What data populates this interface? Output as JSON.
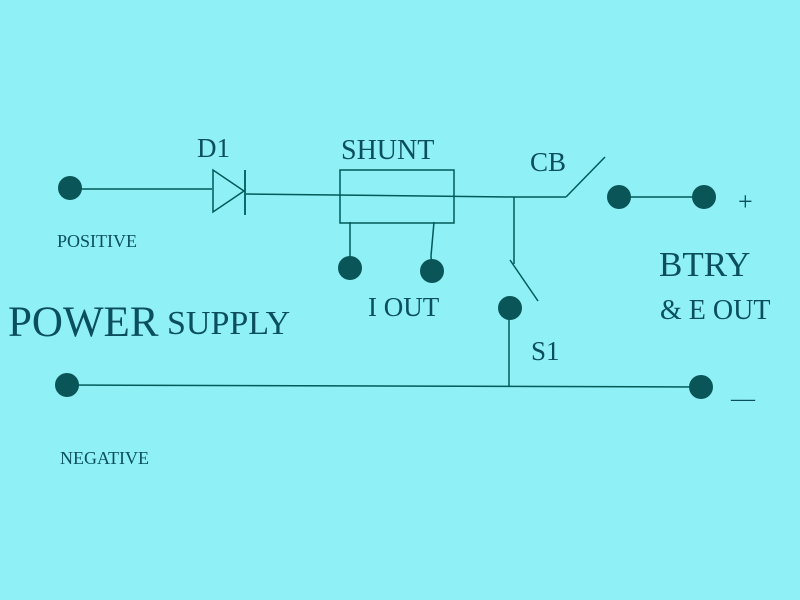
{
  "colors": {
    "background": "#8ff0f5",
    "wire": "#005a5a",
    "terminal": "#0a5558",
    "text": "#0b4f5c"
  },
  "labels": {
    "d1": "D1",
    "shunt": "SHUNT",
    "cb": "CB",
    "plus": "+",
    "positive": "POSITIVE",
    "power": "POWER",
    "supply": "SUPPLY",
    "i_out": "I OUT",
    "btry": "BTRY",
    "e_out": "& E OUT",
    "s1": "S1",
    "minus": "__",
    "negative": "NEGATIVE"
  }
}
